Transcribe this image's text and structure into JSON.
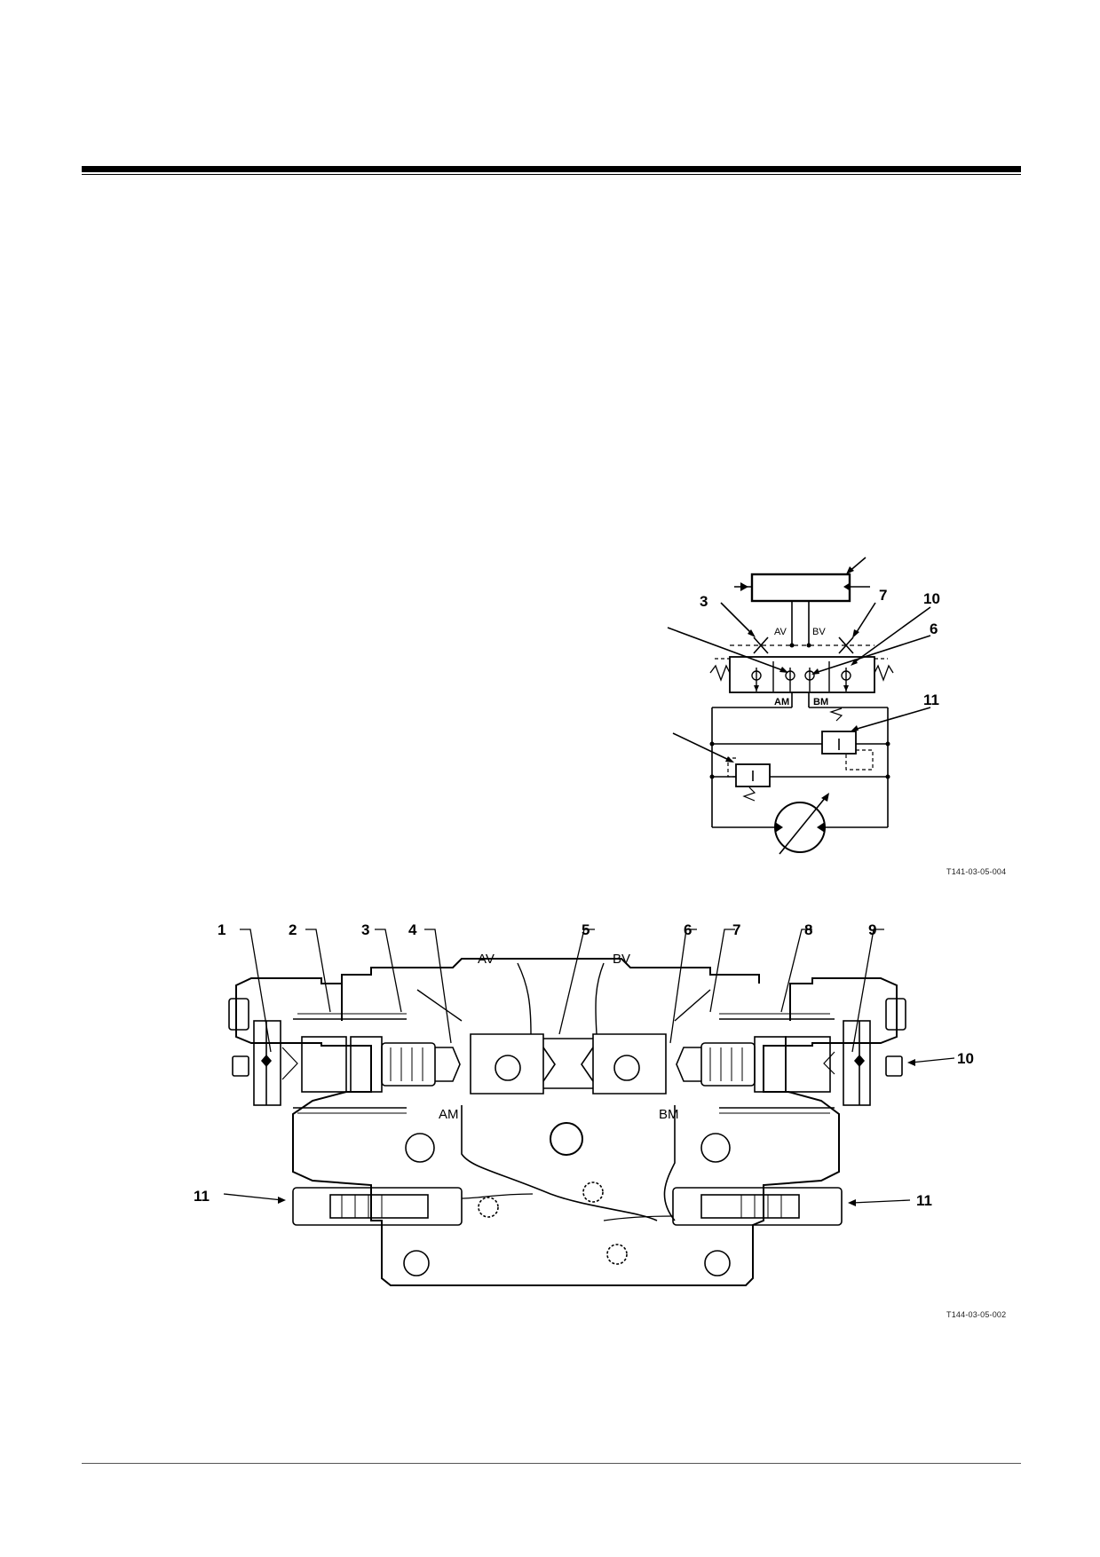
{
  "schematic": {
    "labels": {
      "n3": "3",
      "n7": "7",
      "n10": "10",
      "n6": "6",
      "n11": "11",
      "av": "AV",
      "bv": "BV",
      "am": "AM",
      "bm": "BM"
    },
    "ref": "T141-03-05-004"
  },
  "section": {
    "callouts": {
      "n1": "1",
      "n2": "2",
      "n3": "3",
      "n4": "4",
      "n5": "5",
      "n6": "6",
      "n7": "7",
      "n8": "8",
      "n9": "9",
      "n10": "10",
      "n11_left": "11",
      "n11_right": "11"
    },
    "ports": {
      "av": "AV",
      "bv": "BV",
      "am": "AM",
      "bm": "BM"
    },
    "ref": "T144-03-05-002"
  }
}
